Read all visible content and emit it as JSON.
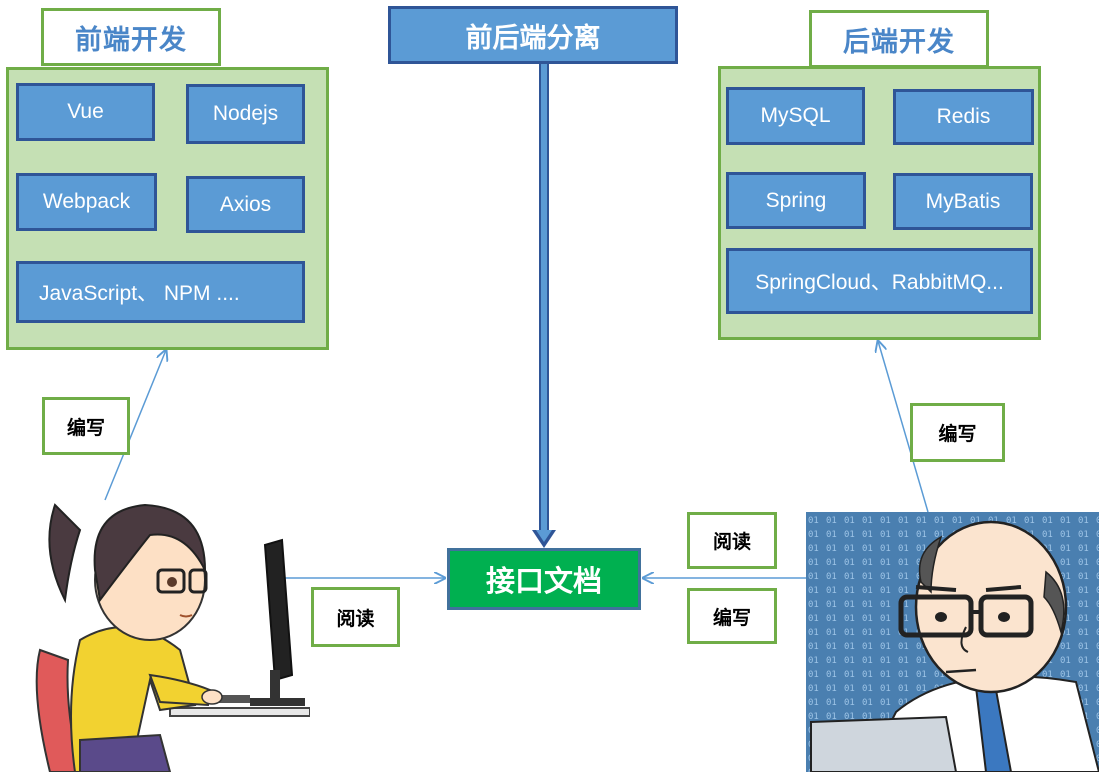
{
  "top_title": "前后端分离",
  "frontend": {
    "title": "前端开发",
    "items": [
      "Vue",
      "Nodejs",
      "Webpack",
      "Axios",
      "JavaScript、 NPM ...."
    ]
  },
  "backend": {
    "title": "后端开发",
    "items": [
      "MySQL",
      "Redis",
      "Spring",
      "MyBatis",
      "SpringCloud、RabbitMQ..."
    ]
  },
  "center": {
    "doc": "接口文档"
  },
  "labels": {
    "left_write": "编写",
    "left_read": "阅读",
    "right_read": "阅读",
    "right_write_doc": "编写",
    "right_write_backend": "编写"
  },
  "characters": {
    "frontend_dev": "female-developer-illustration",
    "backend_dev": "male-developer-illustration"
  },
  "colors": {
    "title_border": "#70ad47",
    "group_fill": "#c5e0b4",
    "tech_fill": "#5b9bd5",
    "tech_border": "#2f5597",
    "doc_fill": "#00b050",
    "arrow": "#5b9bd5"
  }
}
